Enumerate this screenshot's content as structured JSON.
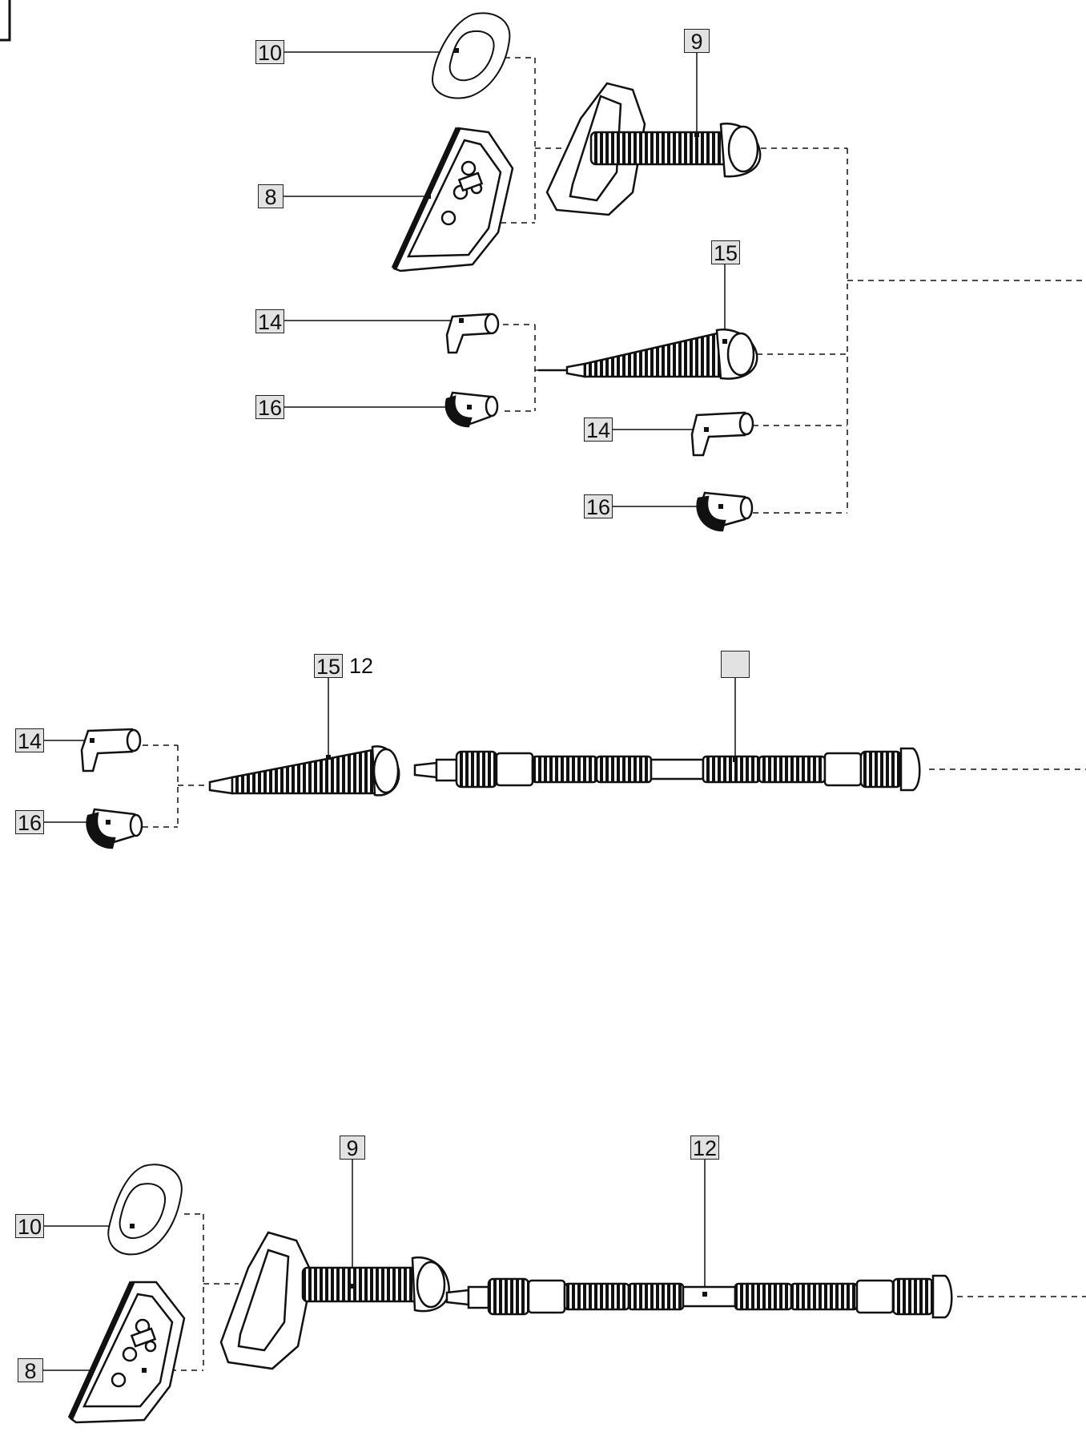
{
  "diagram": {
    "section_top": {
      "callout_10": "10",
      "callout_9": "9",
      "callout_8": "8",
      "callout_15": "15",
      "callout_14_left": "14",
      "callout_16_left": "16",
      "callout_14_right": "14",
      "callout_16_right": "16"
    },
    "section_middle": {
      "callout_15": "15",
      "label_12": "12",
      "callout_blank": "",
      "callout_14": "14",
      "callout_16": "16"
    },
    "section_bottom": {
      "callout_9": "9",
      "callout_12": "12",
      "callout_10": "10",
      "callout_8": "8"
    },
    "colors": {
      "line": "#111111",
      "callout_fill": "#e2e2e2"
    }
  }
}
